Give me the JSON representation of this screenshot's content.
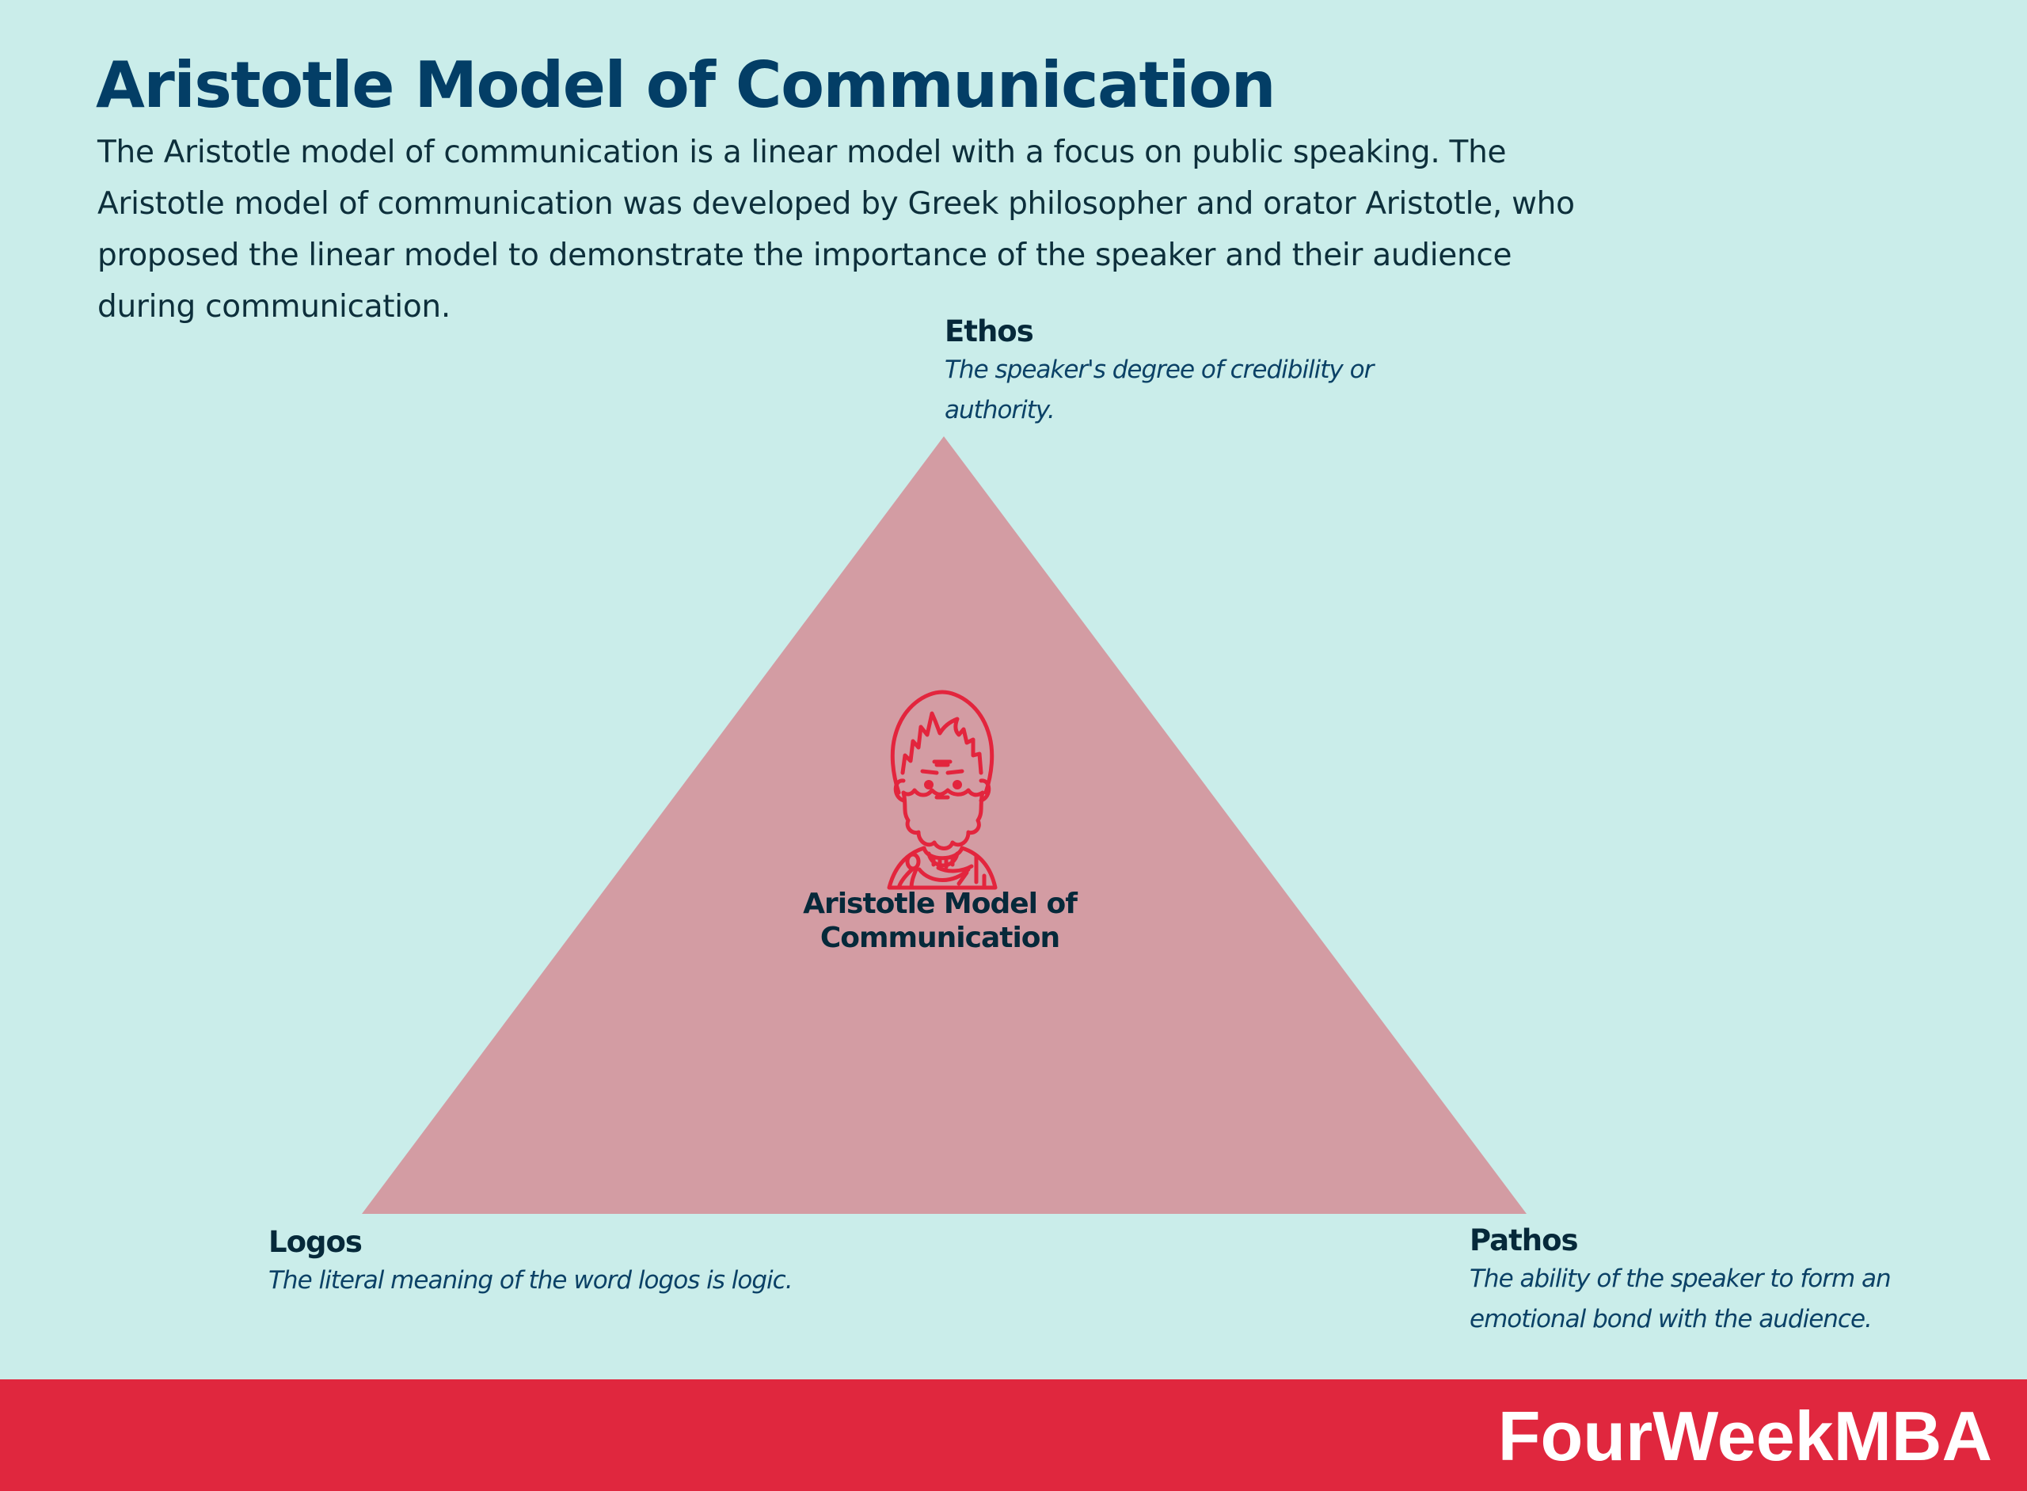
{
  "header": {
    "title": "Aristotle Model of Communication",
    "intro_lines": [
      "The Aristotle model of communication is a linear model with a focus on public speaking. The",
      "Aristotle model of communication was developed by Greek philosopher and orator Aristotle, who",
      "proposed the linear model to demonstrate the importance of the speaker and their audience",
      "during communication."
    ]
  },
  "diagram": {
    "shape": "triangle",
    "center": {
      "icon": "aristotle-bust-icon",
      "label_lines": [
        "Aristotle Model of",
        "Communication"
      ]
    },
    "pillars": {
      "ethos": {
        "name": "Ethos",
        "description_lines": [
          "The speaker's degree of credibility or",
          "authority."
        ]
      },
      "logos": {
        "name": "Logos",
        "description_lines": [
          "The literal meaning of the word logos is logic."
        ]
      },
      "pathos": {
        "name": "Pathos",
        "description_lines": [
          "The ability of the speaker to form an",
          "emotional bond with the audience."
        ]
      }
    }
  },
  "footer": {
    "brand": "FourWeekMBA"
  },
  "colors": {
    "background": "#CAEDEA",
    "title": "#033E66",
    "body_text": "#0D2F3B",
    "triangle_fill": "#D39CA3",
    "icon_stroke": "#E3253D",
    "footer_bg": "#E0273E",
    "footer_text": "#FFFFFF"
  }
}
